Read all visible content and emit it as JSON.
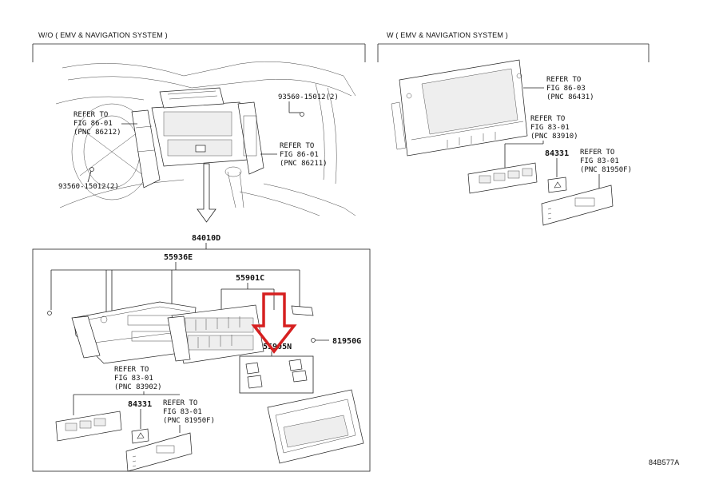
{
  "headers": {
    "left": "W/O ( EMV & NAVIGATION SYSTEM )",
    "right": "W ( EMV & NAVIGATION SYSTEM )"
  },
  "callouts": {
    "ref_86_01_left": {
      "line1": "REFER TO",
      "line2": "FIG 86-01",
      "line3": "(PNC 86212)"
    },
    "bolt_top": "93560-15012(2)",
    "bolt_left": "93560-15012(2)",
    "ref_86_01_right": {
      "line1": "REFER TO",
      "line2": "FIG 86-01",
      "line3": "(PNC 86211)"
    },
    "ref_86_03": {
      "line1": "REFER TO",
      "line2": "FIG 86-03",
      "line3": "(PNC 86431)"
    },
    "ref_83_01_nav": {
      "line1": "REFER TO",
      "line2": "FIG 83-01",
      "line3": "(PNC 83910)"
    },
    "part_84331_nav": "84331",
    "ref_83_01_nav2": {
      "line1": "REFER TO",
      "line2": "FIG 83-01",
      "line3": "(PNC 81950F)"
    },
    "part_84010D": "84010D",
    "part_55936E": "55936E",
    "part_55901C": "55901C",
    "part_55905N": "55905N",
    "part_81950G": "81950G",
    "ref_83_01_box": {
      "line1": "REFER TO",
      "line2": "FIG 83-01",
      "line3": "(PNC 83902)"
    },
    "part_84331_box": "84331",
    "ref_83_01_box2": {
      "line1": "REFER TO",
      "line2": "FIG 83-01",
      "line3": "(PNC 81950F)"
    }
  },
  "figure_code": "84B577A",
  "highlight_color": "#d62020"
}
